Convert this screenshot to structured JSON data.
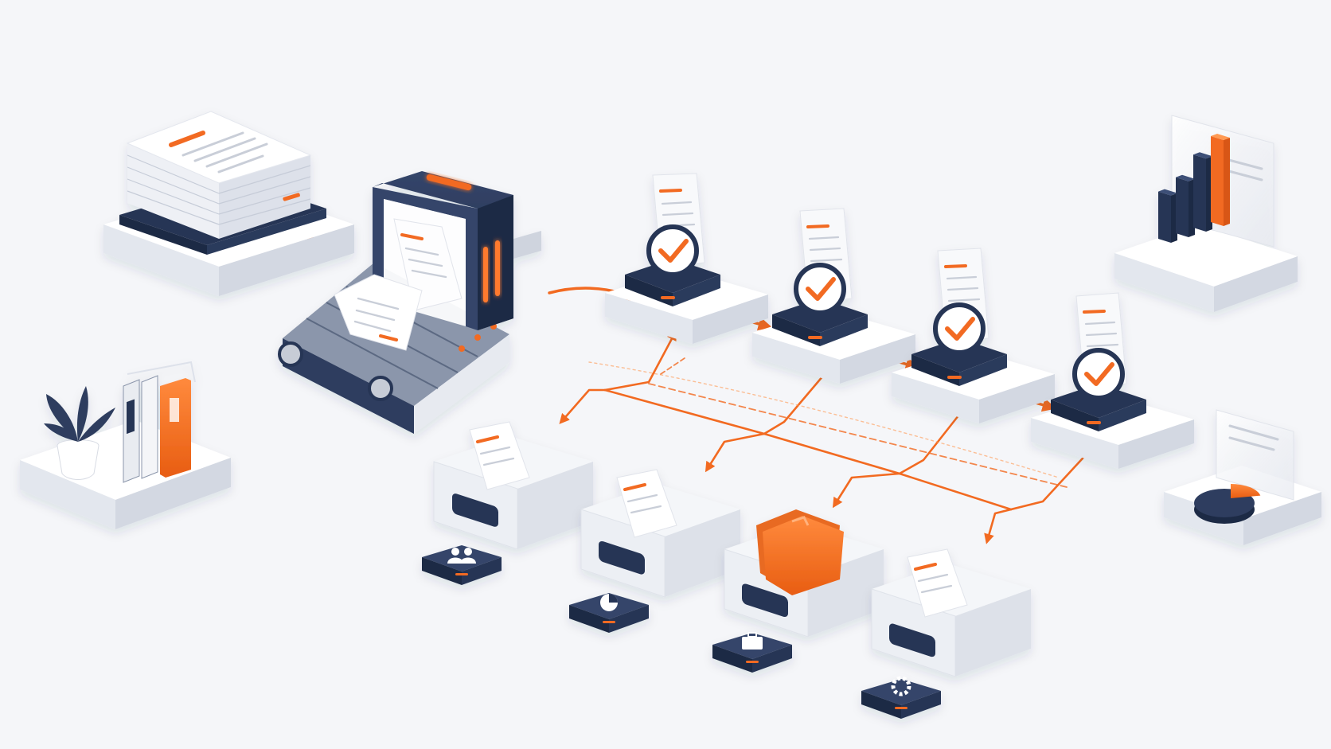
{
  "colors": {
    "background": "#f5f6f9",
    "navy": "#283655",
    "navy_dark": "#1e2a45",
    "orange": "#f26a21",
    "orange_light": "#ff9a52",
    "platform": "#ffffff",
    "platform_side": "#dfe3eb",
    "paper": "#f7f8fb",
    "text_line": "#c9ced8"
  },
  "elements": {
    "source_stack": {
      "icon": "document-stack-icon"
    },
    "scanner": {
      "icon": "scanner-conveyor-icon"
    },
    "binders": {
      "icon": "binders-plant-icon"
    },
    "validation_steps": [
      {
        "icon": "check-icon"
      },
      {
        "icon": "check-icon"
      },
      {
        "icon": "check-icon"
      },
      {
        "icon": "check-icon"
      }
    ],
    "trays": [
      {
        "content": "documents",
        "category_icon": "users-icon"
      },
      {
        "content": "documents",
        "category_icon": "pie-chart-icon"
      },
      {
        "content": "orange-folders",
        "category_icon": "briefcase-icon"
      },
      {
        "content": "documents",
        "category_icon": "gear-icon"
      }
    ],
    "bar_chart": {
      "icon": "bar-chart-icon",
      "bars": [
        0.55,
        0.65,
        0.85,
        1.0
      ]
    },
    "pie_chart": {
      "icon": "pie-chart-icon",
      "highlight_fraction": 0.22
    }
  }
}
